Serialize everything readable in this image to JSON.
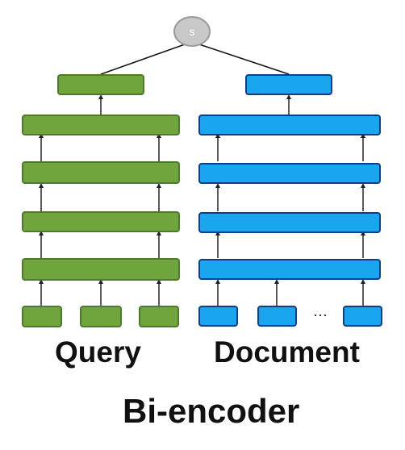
{
  "score_node": {
    "label": "s",
    "fill": "#c8c8c8",
    "stroke": "#9a9a9a",
    "text_color": "#ffffff"
  },
  "query_tower": {
    "label": "Query",
    "fill": "#70a43c",
    "stroke": "#4e7a29",
    "layers": 4,
    "inputs": [
      "token",
      "token",
      "token"
    ]
  },
  "document_tower": {
    "label": "Document",
    "fill": "#19a6ef",
    "stroke": "#0b3f8c",
    "layers": 4,
    "inputs": [
      "token",
      "token",
      "ellipsis",
      "token"
    ],
    "ellipsis": "···"
  },
  "caption": "Bi-encoder",
  "arrow_color": "#222222",
  "connector_color": "#111111"
}
